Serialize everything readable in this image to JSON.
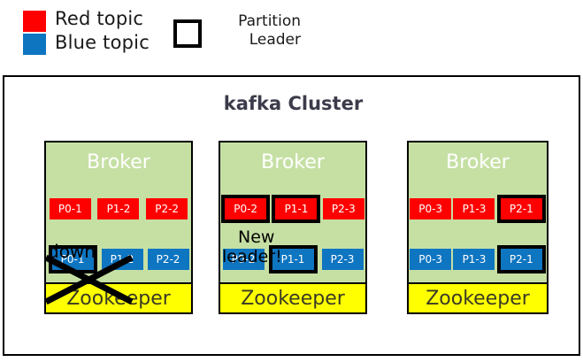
{
  "legend": {
    "red_swatch_color": "#FF0000",
    "blue_swatch_color": "#0E75C1",
    "red_label": "Red topic",
    "blue_label": "Blue topic",
    "leader_label_line1": "Partition",
    "leader_label_line2": "Leader",
    "leader_swatch_border_color": "#000000"
  },
  "cluster": {
    "title": "kafka Cluster",
    "background_color": "#ffffff",
    "border_color": "#000000",
    "broker_background_color": "#C6E0A4",
    "zookeeper_background_color": "#FFFF00"
  },
  "brokers": [
    {
      "title": "Broker",
      "zookeeper_label": "Zookeeper",
      "annotation": "down",
      "has_down_cross": true,
      "red_partitions": [
        {
          "label": "P0-1",
          "leader": false
        },
        {
          "label": "P1-2",
          "leader": false
        },
        {
          "label": "P2-2",
          "leader": false
        }
      ],
      "blue_partitions": [
        {
          "label": "P0-1",
          "leader": true
        },
        {
          "label": "P1-2",
          "leader": false
        },
        {
          "label": "P2-2",
          "leader": false
        }
      ]
    },
    {
      "title": "Broker",
      "zookeeper_label": "Zookeeper",
      "annotation_line1": "New",
      "annotation_line2": "leader!",
      "has_down_cross": false,
      "red_partitions": [
        {
          "label": "P0-2",
          "leader": true
        },
        {
          "label": "P1-1",
          "leader": true
        },
        {
          "label": "P2-3",
          "leader": false
        }
      ],
      "blue_partitions": [
        {
          "label": "P0-2",
          "leader": false
        },
        {
          "label": "P1-1",
          "leader": true
        },
        {
          "label": "P2-3",
          "leader": false
        }
      ]
    },
    {
      "title": "Broker",
      "zookeeper_label": "Zookeeper",
      "has_down_cross": false,
      "red_partitions": [
        {
          "label": "P0-3",
          "leader": false
        },
        {
          "label": "P1-3",
          "leader": false
        },
        {
          "label": "P2-1",
          "leader": true
        }
      ],
      "blue_partitions": [
        {
          "label": "P0-3",
          "leader": false
        },
        {
          "label": "P1-3",
          "leader": false
        },
        {
          "label": "P2-1",
          "leader": true
        }
      ]
    }
  ]
}
